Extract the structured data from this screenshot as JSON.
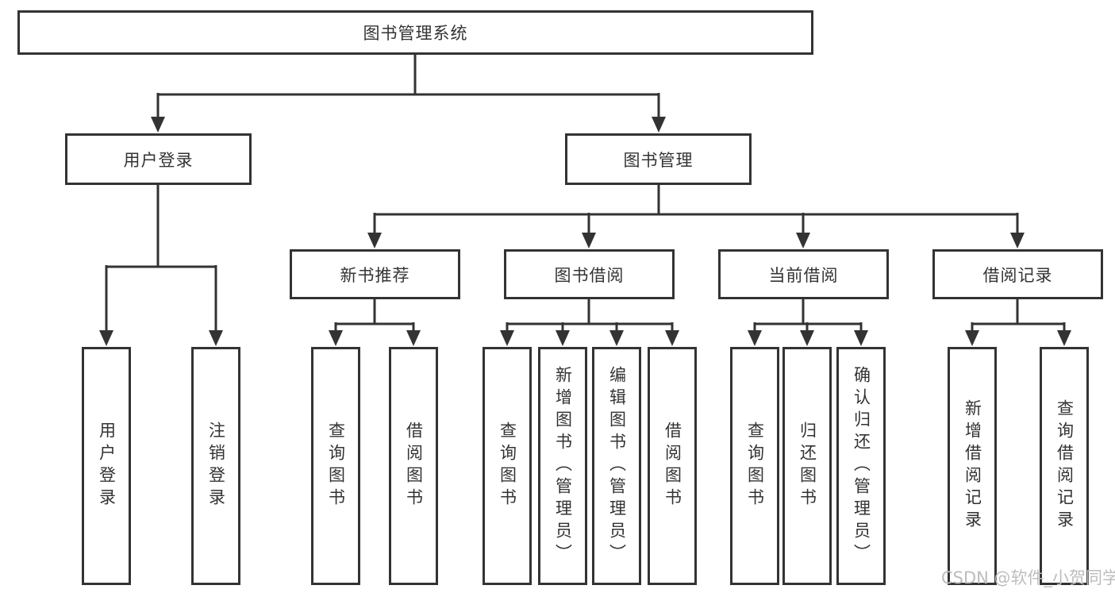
{
  "diagram_type": "hierarchy-tree",
  "colors": {
    "line": "#333333",
    "box_border": "#333333",
    "text": "#333333",
    "background": "#ffffff",
    "watermark": "#bdbdbd"
  },
  "tree": {
    "label": "图书管理系统",
    "children": [
      {
        "label": "用户登录",
        "children": [
          {
            "label": "用户登录"
          },
          {
            "label": "注销登录"
          }
        ]
      },
      {
        "label": "图书管理",
        "children": [
          {
            "label": "新书推荐",
            "children": [
              {
                "label": "查询图书"
              },
              {
                "label": "借阅图书"
              }
            ]
          },
          {
            "label": "图书借阅",
            "children": [
              {
                "label": "查询图书"
              },
              {
                "label": "新增图书（管理员）"
              },
              {
                "label": "编辑图书（管理员）"
              },
              {
                "label": "借阅图书"
              }
            ]
          },
          {
            "label": "当前借阅",
            "children": [
              {
                "label": "查询图书"
              },
              {
                "label": "归还图书"
              },
              {
                "label": "确认归还（管理员）"
              }
            ]
          },
          {
            "label": "借阅记录",
            "children": [
              {
                "label": "新增借阅记录"
              },
              {
                "label": "查询借阅记录"
              }
            ]
          }
        ]
      }
    ]
  },
  "watermark": {
    "text": "CSDN @软件_小贺同学"
  }
}
